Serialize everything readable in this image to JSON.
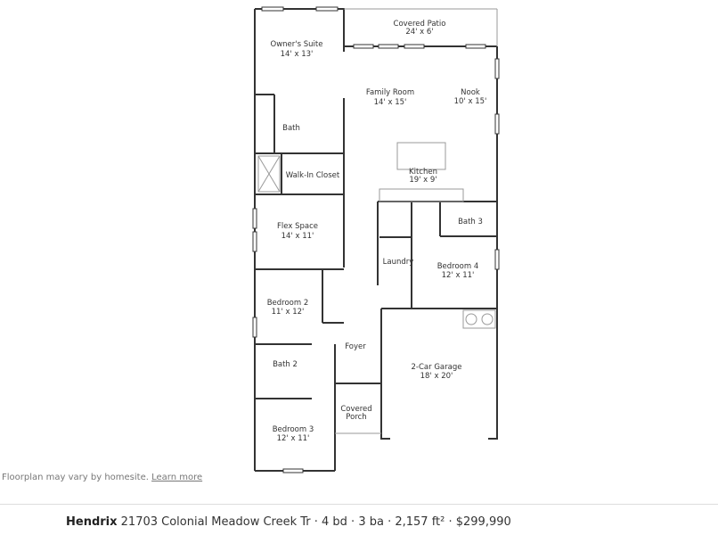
{
  "floorplan": {
    "rooms": [
      {
        "id": "owners-suite",
        "name": "Owner's Suite",
        "dims": "14' x 13'"
      },
      {
        "id": "covered-patio",
        "name": "Covered Patio",
        "dims": "24' x 6'"
      },
      {
        "id": "family-room",
        "name": "Family Room",
        "dims": "14' x 15'"
      },
      {
        "id": "nook",
        "name": "Nook",
        "dims": "10' x 15'"
      },
      {
        "id": "bath",
        "name": "Bath",
        "dims": ""
      },
      {
        "id": "walk-in-closet",
        "name": "Walk-In Closet",
        "dims": ""
      },
      {
        "id": "kitchen",
        "name": "Kitchen",
        "dims": "19' x 9'"
      },
      {
        "id": "bath-3",
        "name": "Bath 3",
        "dims": ""
      },
      {
        "id": "flex-space",
        "name": "Flex Space",
        "dims": "14' x 11'"
      },
      {
        "id": "laundry",
        "name": "Laundry",
        "dims": ""
      },
      {
        "id": "bedroom-4",
        "name": "Bedroom 4",
        "dims": "12' x 11'"
      },
      {
        "id": "bedroom-2",
        "name": "Bedroom 2",
        "dims": "11' x 12'"
      },
      {
        "id": "foyer",
        "name": "Foyer",
        "dims": ""
      },
      {
        "id": "bath-2",
        "name": "Bath 2",
        "dims": ""
      },
      {
        "id": "garage",
        "name": "2-Car Garage",
        "dims": "18' x 20'"
      },
      {
        "id": "covered-porch-1",
        "name": "Covered",
        "dims": "Porch"
      },
      {
        "id": "bedroom-3",
        "name": "Bedroom 3",
        "dims": "12' x 11'"
      }
    ]
  },
  "disclaimer": {
    "text": "Floorplan may vary by homesite.",
    "link_label": "Learn more"
  },
  "summary": {
    "plan_name": "Hendrix",
    "details": "21703 Colonial Meadow Creek Tr · 4 bd · 3 ba · 2,157 ft² · $299,990"
  }
}
